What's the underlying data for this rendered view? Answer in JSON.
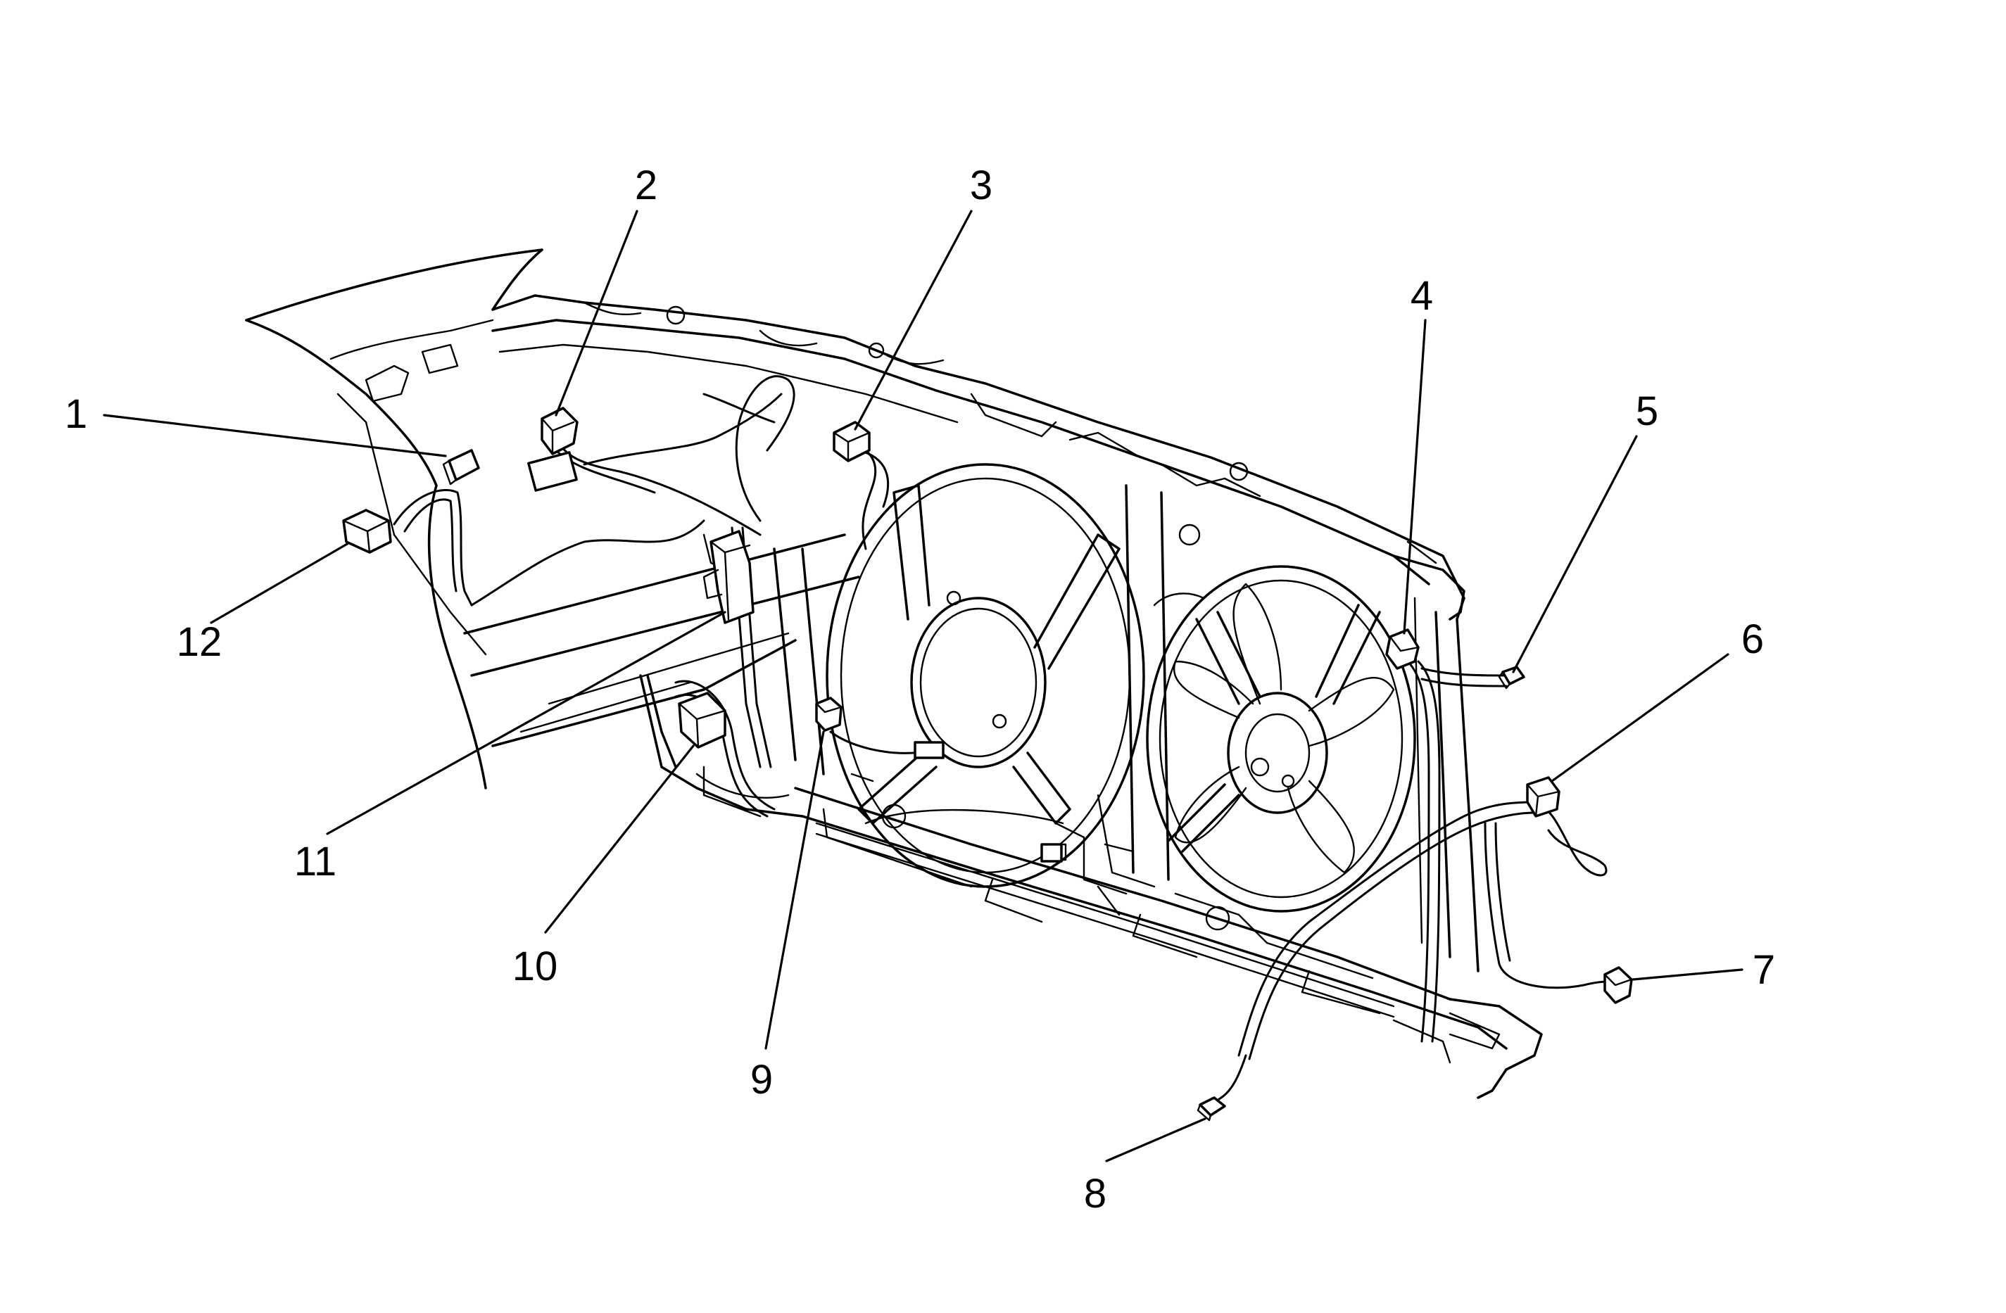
{
  "callouts": [
    {
      "id": 1,
      "label": "1"
    },
    {
      "id": 2,
      "label": "2"
    },
    {
      "id": 3,
      "label": "3"
    },
    {
      "id": 4,
      "label": "4"
    },
    {
      "id": 5,
      "label": "5"
    },
    {
      "id": 6,
      "label": "6"
    },
    {
      "id": 7,
      "label": "7"
    },
    {
      "id": 8,
      "label": "8"
    },
    {
      "id": 9,
      "label": "9"
    },
    {
      "id": 10,
      "label": "10"
    },
    {
      "id": 11,
      "label": "11"
    },
    {
      "id": 12,
      "label": "12"
    }
  ],
  "colors": {
    "line": "#000000",
    "background": "#ffffff"
  }
}
